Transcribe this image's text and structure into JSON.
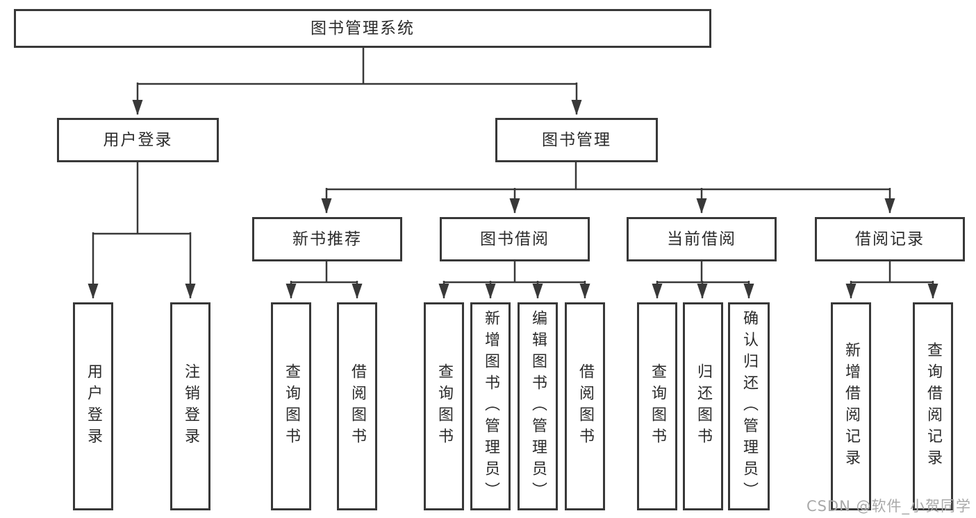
{
  "diagram": {
    "root": {
      "label": "图书管理系统"
    },
    "branches": [
      {
        "label": "用户登录",
        "leaves": [
          {
            "label": "用户登录"
          },
          {
            "label": "注销登录"
          }
        ]
      },
      {
        "label": "图书管理",
        "children": [
          {
            "label": "新书推荐",
            "leaves": [
              {
                "label": "查询图书"
              },
              {
                "label": "借阅图书"
              }
            ]
          },
          {
            "label": "图书借阅",
            "leaves": [
              {
                "label": "查询图书"
              },
              {
                "label": "新增图书（管理员）"
              },
              {
                "label": "编辑图书（管理员）"
              },
              {
                "label": "借阅图书"
              }
            ]
          },
          {
            "label": "当前借阅",
            "leaves": [
              {
                "label": "查询图书"
              },
              {
                "label": "归还图书"
              },
              {
                "label": "确认归还（管理员）"
              }
            ]
          },
          {
            "label": "借阅记录",
            "leaves": [
              {
                "label": "新增借阅记录"
              },
              {
                "label": "查询借阅记录"
              }
            ]
          }
        ]
      }
    ]
  },
  "watermark": {
    "text": "CSDN @软件_小贺同学"
  },
  "colors": {
    "line": "#383838",
    "border": "#383838",
    "text": "#2b2b2b",
    "watermark": "#a9a9a9",
    "background": "#ffffff"
  }
}
